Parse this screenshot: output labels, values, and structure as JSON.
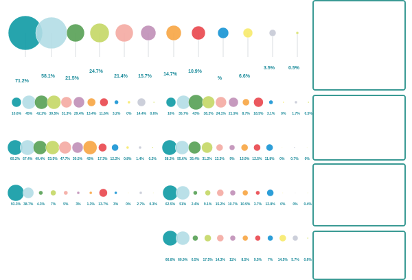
{
  "colors": [
    "#0e9aa4",
    "#b3dde6",
    "#56a054",
    "#c4d765",
    "#f4aaa2",
    "#c08fb7",
    "#f7a542",
    "#e9464d",
    "#1693d4",
    "#f7ea6b",
    "#c6cad6",
    "#d7e06a"
  ],
  "top_row": {
    "labels": [
      "71.2%",
      "58.1%",
      "21.5%",
      "24.7%",
      "21.4%",
      "15.7%",
      "14.7%",
      "10.9%",
      "%",
      "6.6%",
      "3.5%",
      "0.5%"
    ]
  },
  "rows": [
    {
      "labels": [
        "10.6%",
        "45%",
        "42.2%",
        "39.5%",
        "31.3%",
        "29.4%",
        "13.4%",
        "11.6%",
        "3.2%",
        "0%",
        "14.4%",
        "0.6%"
      ]
    },
    {
      "labels": [
        "16%",
        "35.7%",
        "43%",
        "38.2%",
        "24.1%",
        "21.9%",
        "8.7%",
        "18.5%",
        "3.1%",
        "0%",
        "1.7%",
        "0.5%"
      ]
    },
    {
      "labels": [
        "60.2%",
        "67.4%",
        "49.4%",
        "53.5%",
        "47.7%",
        "30.5%",
        "43%",
        "17.3%",
        "12.2%",
        "0.8%",
        "1.4%",
        "0.2%"
      ]
    },
    {
      "labels": [
        "58.3%",
        "55.6%",
        "35.4%",
        "31.2%",
        "13.3%",
        "9%",
        "13.9%",
        "12.5%",
        "11.8%",
        "0%",
        "0.7%",
        "0%"
      ]
    },
    {
      "labels": [
        "93.3%",
        "38.7%",
        "4.3%",
        "7%",
        "5%",
        "3%",
        "1.3%",
        "13.7%",
        "3%",
        "0%",
        "2.7%",
        "0.3%"
      ]
    },
    {
      "labels": [
        "62.5%",
        "51%",
        "2.4%",
        "9.1%",
        "15.2%",
        "10.7%",
        "10.9%",
        "3.7%",
        "12.8%",
        "0%",
        "0%",
        "0.4%"
      ]
    },
    {
      "labels": [
        "66.8%",
        "60.9%",
        "6.5%",
        "17.5%",
        "14.3%",
        "11%",
        "8.5%",
        "9.5%",
        "7%",
        "14.5%",
        "5.7%",
        "0.6%"
      ]
    }
  ]
}
